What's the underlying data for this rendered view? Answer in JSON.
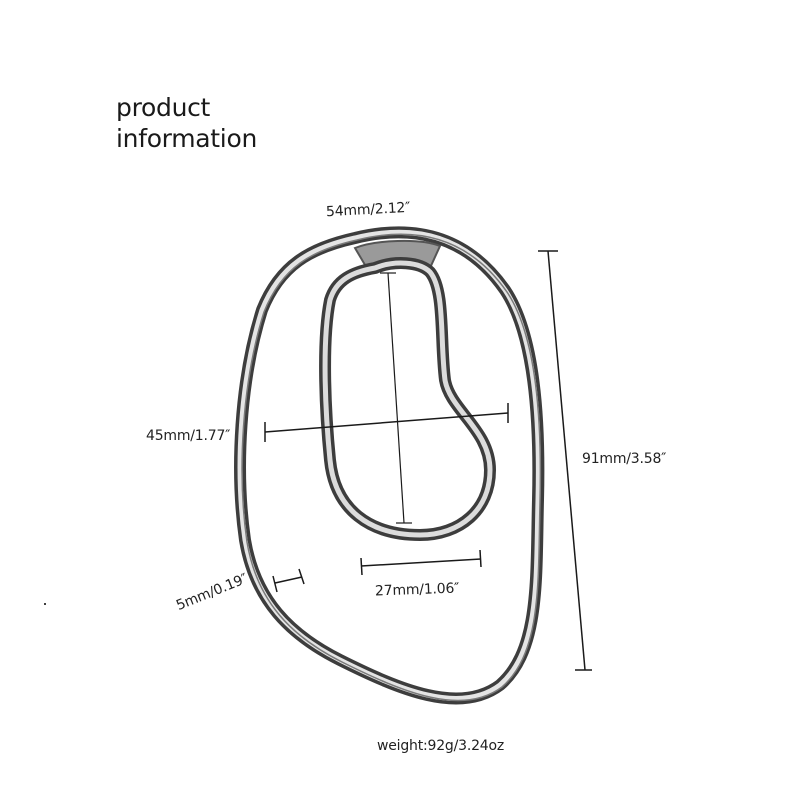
{
  "title": {
    "line1": "product",
    "line2": "information"
  },
  "dimensions": {
    "top_width": "54mm/2.12″",
    "inner_width": "45mm/1.77″",
    "total_height": "91mm/3.58″",
    "bottom_width": "27mm/1.06″",
    "wire_thickness": "5mm/0.19″"
  },
  "weight": "weight:92g/3.24oz",
  "colors": {
    "background": "#ffffff",
    "text": "#1a1a1a",
    "metal_dark": "#3a3a3a",
    "metal_light": "#d8d8d8"
  }
}
